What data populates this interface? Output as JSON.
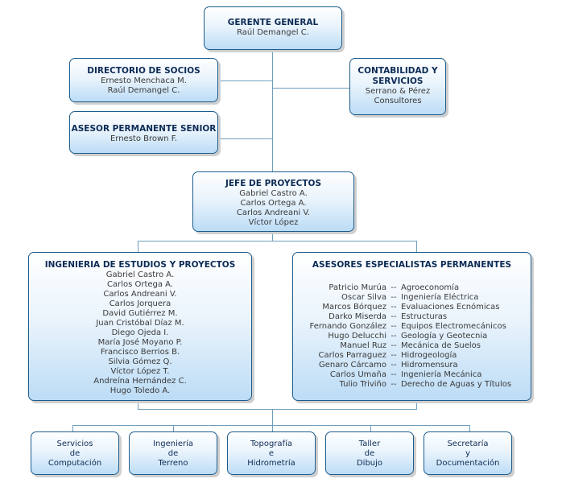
{
  "gerente": {
    "title": "GERENTE GENERAL",
    "names": [
      "Raúl Demangel C."
    ]
  },
  "directorio": {
    "title": "DIRECTORIO DE SOCIOS",
    "names": [
      "Ernesto Menchaca M.",
      "Raúl Demangel C."
    ]
  },
  "asesor_senior": {
    "title": "ASESOR PERMANENTE SENIOR",
    "names": [
      "Ernesto Brown F."
    ]
  },
  "contabilidad": {
    "title_lines": [
      "CONTABILIDAD Y",
      "SERVICIOS"
    ],
    "names": [
      "Serrano & Pérez",
      "Consultores"
    ]
  },
  "jefe": {
    "title": "JEFE DE PROYECTOS",
    "names": [
      "Gabriel Castro A.",
      "Carlos Ortega A.",
      "Carlos Andreani V.",
      "Víctor López"
    ]
  },
  "ingenieria": {
    "title": "INGENIERIA DE ESTUDIOS Y PROYECTOS",
    "names": [
      "Gabriel Castro A.",
      "Carlos Ortega A.",
      "Carlos Andreani V.",
      "Carlos Jorquera",
      "David Gutiérrez M.",
      "Juan Cristóbal Díaz M.",
      "Diego Ojeda I.",
      "María José Moyano P.",
      "Francisco Berrios B.",
      "Silvia Gómez Q.",
      "Víctor López T.",
      "Andreína Hernández C.",
      "Hugo Toledo A."
    ]
  },
  "asesores": {
    "title": "ASESORES ESPECIALISTAS PERMANENTES",
    "separator": "--",
    "rows": [
      {
        "name": "Patricio Murúa",
        "area": "Agroeconomía"
      },
      {
        "name": "Oscar Silva",
        "area": "Ingeniería Eléctrica"
      },
      {
        "name": "Marcos Bórquez",
        "area": "Evaluaciones Ecnómicas"
      },
      {
        "name": "Darko Miserda",
        "area": "Estructuras"
      },
      {
        "name": "Fernando González",
        "area": "Equipos Electromecánicos"
      },
      {
        "name": "Hugo Delucchi",
        "area": "Geología y Geotecnia"
      },
      {
        "name": "Manuel Ruz",
        "area": "Mecánica de Suelos"
      },
      {
        "name": "Carlos Parraguez",
        "area": "Hidrogeología"
      },
      {
        "name": "Genaro Cárcamo",
        "area": "Hidromensura"
      },
      {
        "name": "Carlos Umaña",
        "area": "Ingeniería Mecánica"
      },
      {
        "name": "Tulio Triviño",
        "area": "Derecho de Aguas y Títulos"
      }
    ]
  },
  "units": [
    {
      "lines": [
        "Servicios",
        "de",
        "Computación"
      ]
    },
    {
      "lines": [
        "Ingeniería",
        "de",
        "Terreno"
      ]
    },
    {
      "lines": [
        "Topografía",
        "e",
        "Hidrometría"
      ]
    },
    {
      "lines": [
        "Taller",
        "de",
        "Dibujo"
      ]
    },
    {
      "lines": [
        "Secretaría",
        "y",
        "Documentación"
      ]
    }
  ],
  "colors": {
    "border": "#1d5c8c",
    "connector": "#6f9fbd",
    "title": "#0c2b55",
    "gradient_bottom": "#bcdcf6"
  }
}
